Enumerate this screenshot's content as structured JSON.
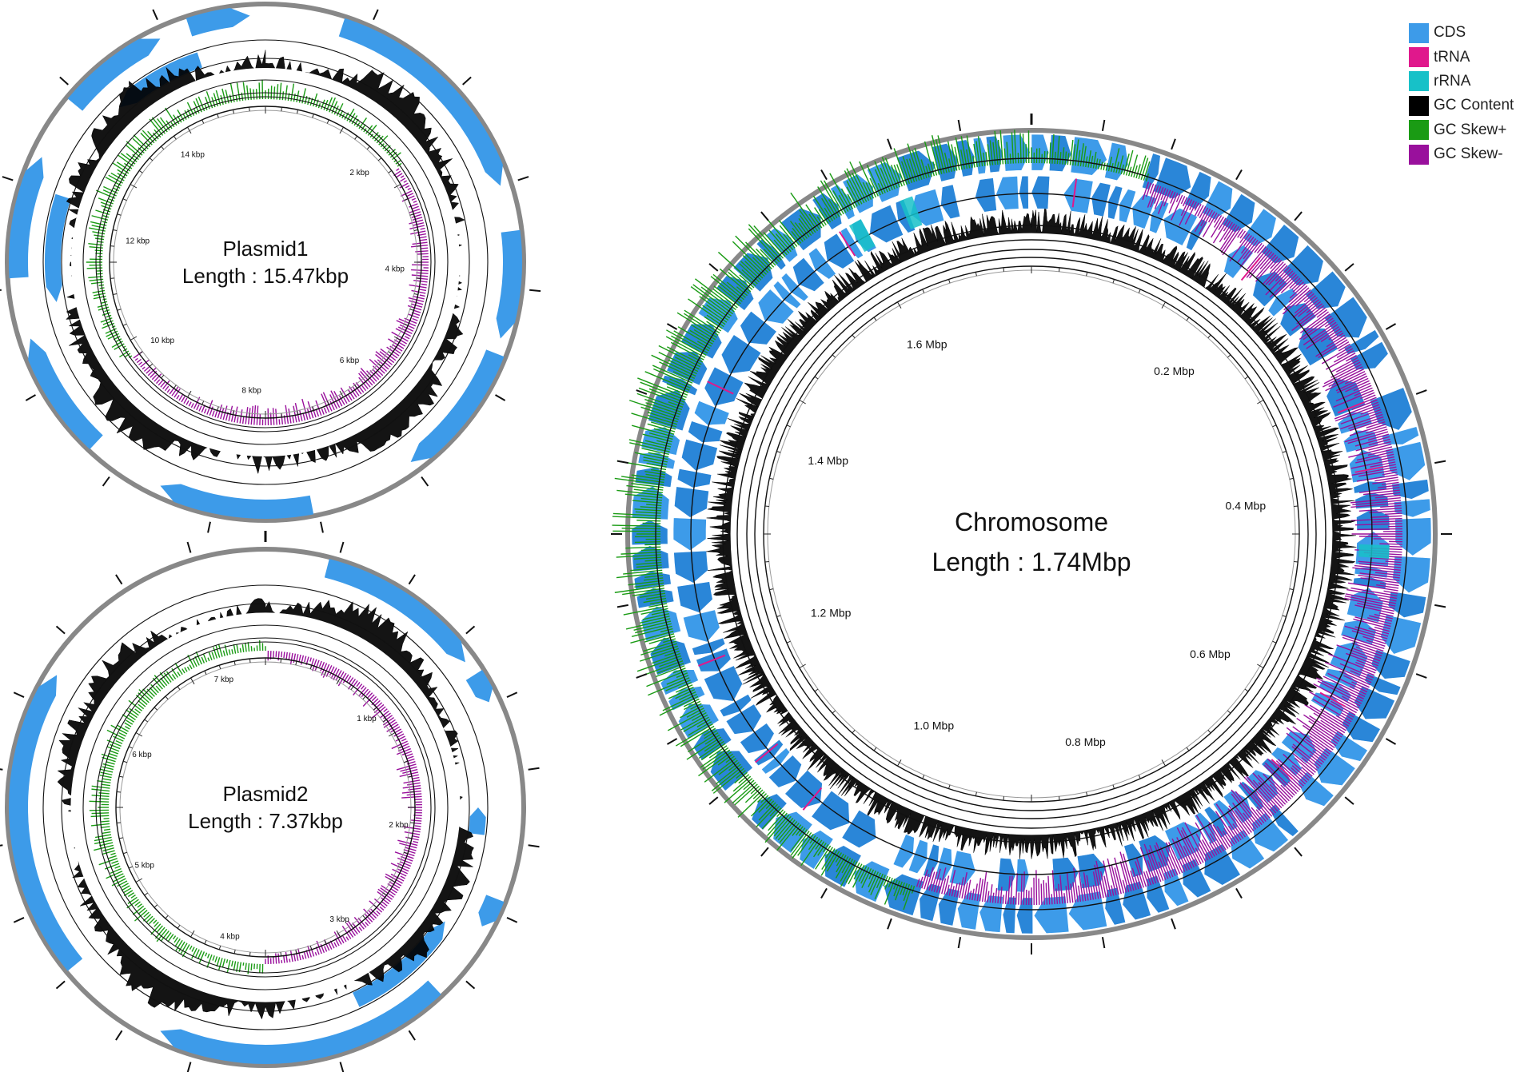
{
  "legend": [
    {
      "label": "CDS",
      "color": "#3d9be9"
    },
    {
      "label": "tRNA",
      "color": "#e0188c"
    },
    {
      "label": "rRNA",
      "color": "#17c1c8"
    },
    {
      "label": "GC Content",
      "color": "#000000"
    },
    {
      "label": "GC Skew+",
      "color": "#1a9b14"
    },
    {
      "label": "GC Skew-",
      "color": "#99109c"
    }
  ],
  "colors": {
    "cds": "#3d9be9",
    "cds_dark": "#2a86d8",
    "trna": "#e0188c",
    "rrna": "#17c1c8",
    "gc_content": "#000000",
    "gc_skew_pos": "#1a9b14",
    "gc_skew_neg": "#99109c",
    "backbone": "#888888"
  },
  "maps": [
    {
      "id": "plasmid1",
      "name": "Plasmid1",
      "length_label": "Length : 15.47kbp",
      "length_kbp": 15.47,
      "tick_labels": [
        "2 kbp",
        "4 kbp",
        "6 kbp",
        "8 kbp",
        "10 kbp",
        "12 kbp",
        "14 kbp"
      ],
      "tick_positions_kbp": [
        2,
        4,
        6,
        8,
        10,
        12,
        14
      ]
    },
    {
      "id": "plasmid2",
      "name": "Plasmid2",
      "length_label": "Length : 7.37kbp",
      "length_kbp": 7.37,
      "tick_labels": [
        "1 kbp",
        "2 kbp",
        "3 kbp",
        "4 kbp",
        "5 kbp",
        "6 kbp",
        "7 kbp"
      ],
      "tick_positions_kbp": [
        1,
        2,
        3,
        4,
        5,
        6,
        7
      ]
    },
    {
      "id": "chromosome",
      "name": "Chromosome",
      "length_label": "Length : 1.74Mbp",
      "length_kbp": 1740,
      "tick_labels": [
        "0.2 Mbp",
        "0.4 Mbp",
        "0.6 Mbp",
        "0.8 Mbp",
        "1.0 Mbp",
        "1.2 Mbp",
        "1.4 Mbp",
        "1.6 Mbp"
      ],
      "tick_positions_kbp": [
        200,
        400,
        600,
        800,
        1000,
        1200,
        1400,
        1600
      ]
    }
  ]
}
